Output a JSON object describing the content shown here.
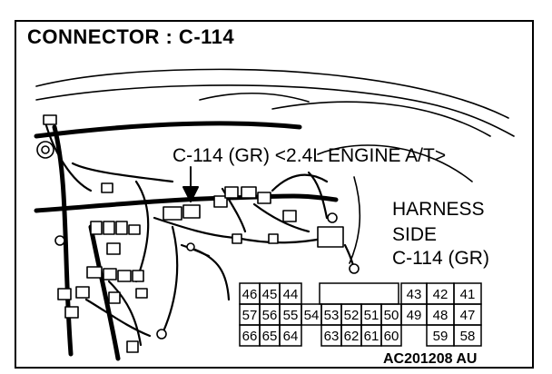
{
  "title": "CONNECTOR : C-114",
  "callout": "C-114 (GR) <2.4L ENGINE A/T>",
  "harness_label": [
    "HARNESS",
    "SIDE",
    "C-114 (GR)"
  ],
  "figure_code": "AC201208 AU",
  "connector": {
    "rows": [
      [
        {
          "pin": "46",
          "col": 0
        },
        {
          "pin": "45",
          "col": 1
        },
        {
          "pin": "44",
          "col": 2
        },
        {
          "pin": "43",
          "col": 8
        },
        {
          "pin": "42",
          "col": 9
        },
        {
          "pin": "41",
          "col": 10
        }
      ],
      [
        {
          "pin": "57",
          "col": 0
        },
        {
          "pin": "56",
          "col": 1
        },
        {
          "pin": "55",
          "col": 2
        },
        {
          "pin": "54",
          "col": 3
        },
        {
          "pin": "53",
          "col": 4
        },
        {
          "pin": "52",
          "col": 5
        },
        {
          "pin": "51",
          "col": 6
        },
        {
          "pin": "50",
          "col": 7
        },
        {
          "pin": "49",
          "col": 8
        },
        {
          "pin": "48",
          "col": 9
        },
        {
          "pin": "47",
          "col": 10
        }
      ],
      [
        {
          "pin": "66",
          "col": 0
        },
        {
          "pin": "65",
          "col": 1
        },
        {
          "pin": "64",
          "col": 2
        },
        {
          "pin": "63",
          "col": 4
        },
        {
          "pin": "62",
          "col": 5
        },
        {
          "pin": "61",
          "col": 6
        },
        {
          "pin": "60",
          "col": 7
        },
        {
          "pin": "59",
          "col": 9
        },
        {
          "pin": "58",
          "col": 10
        }
      ]
    ]
  }
}
